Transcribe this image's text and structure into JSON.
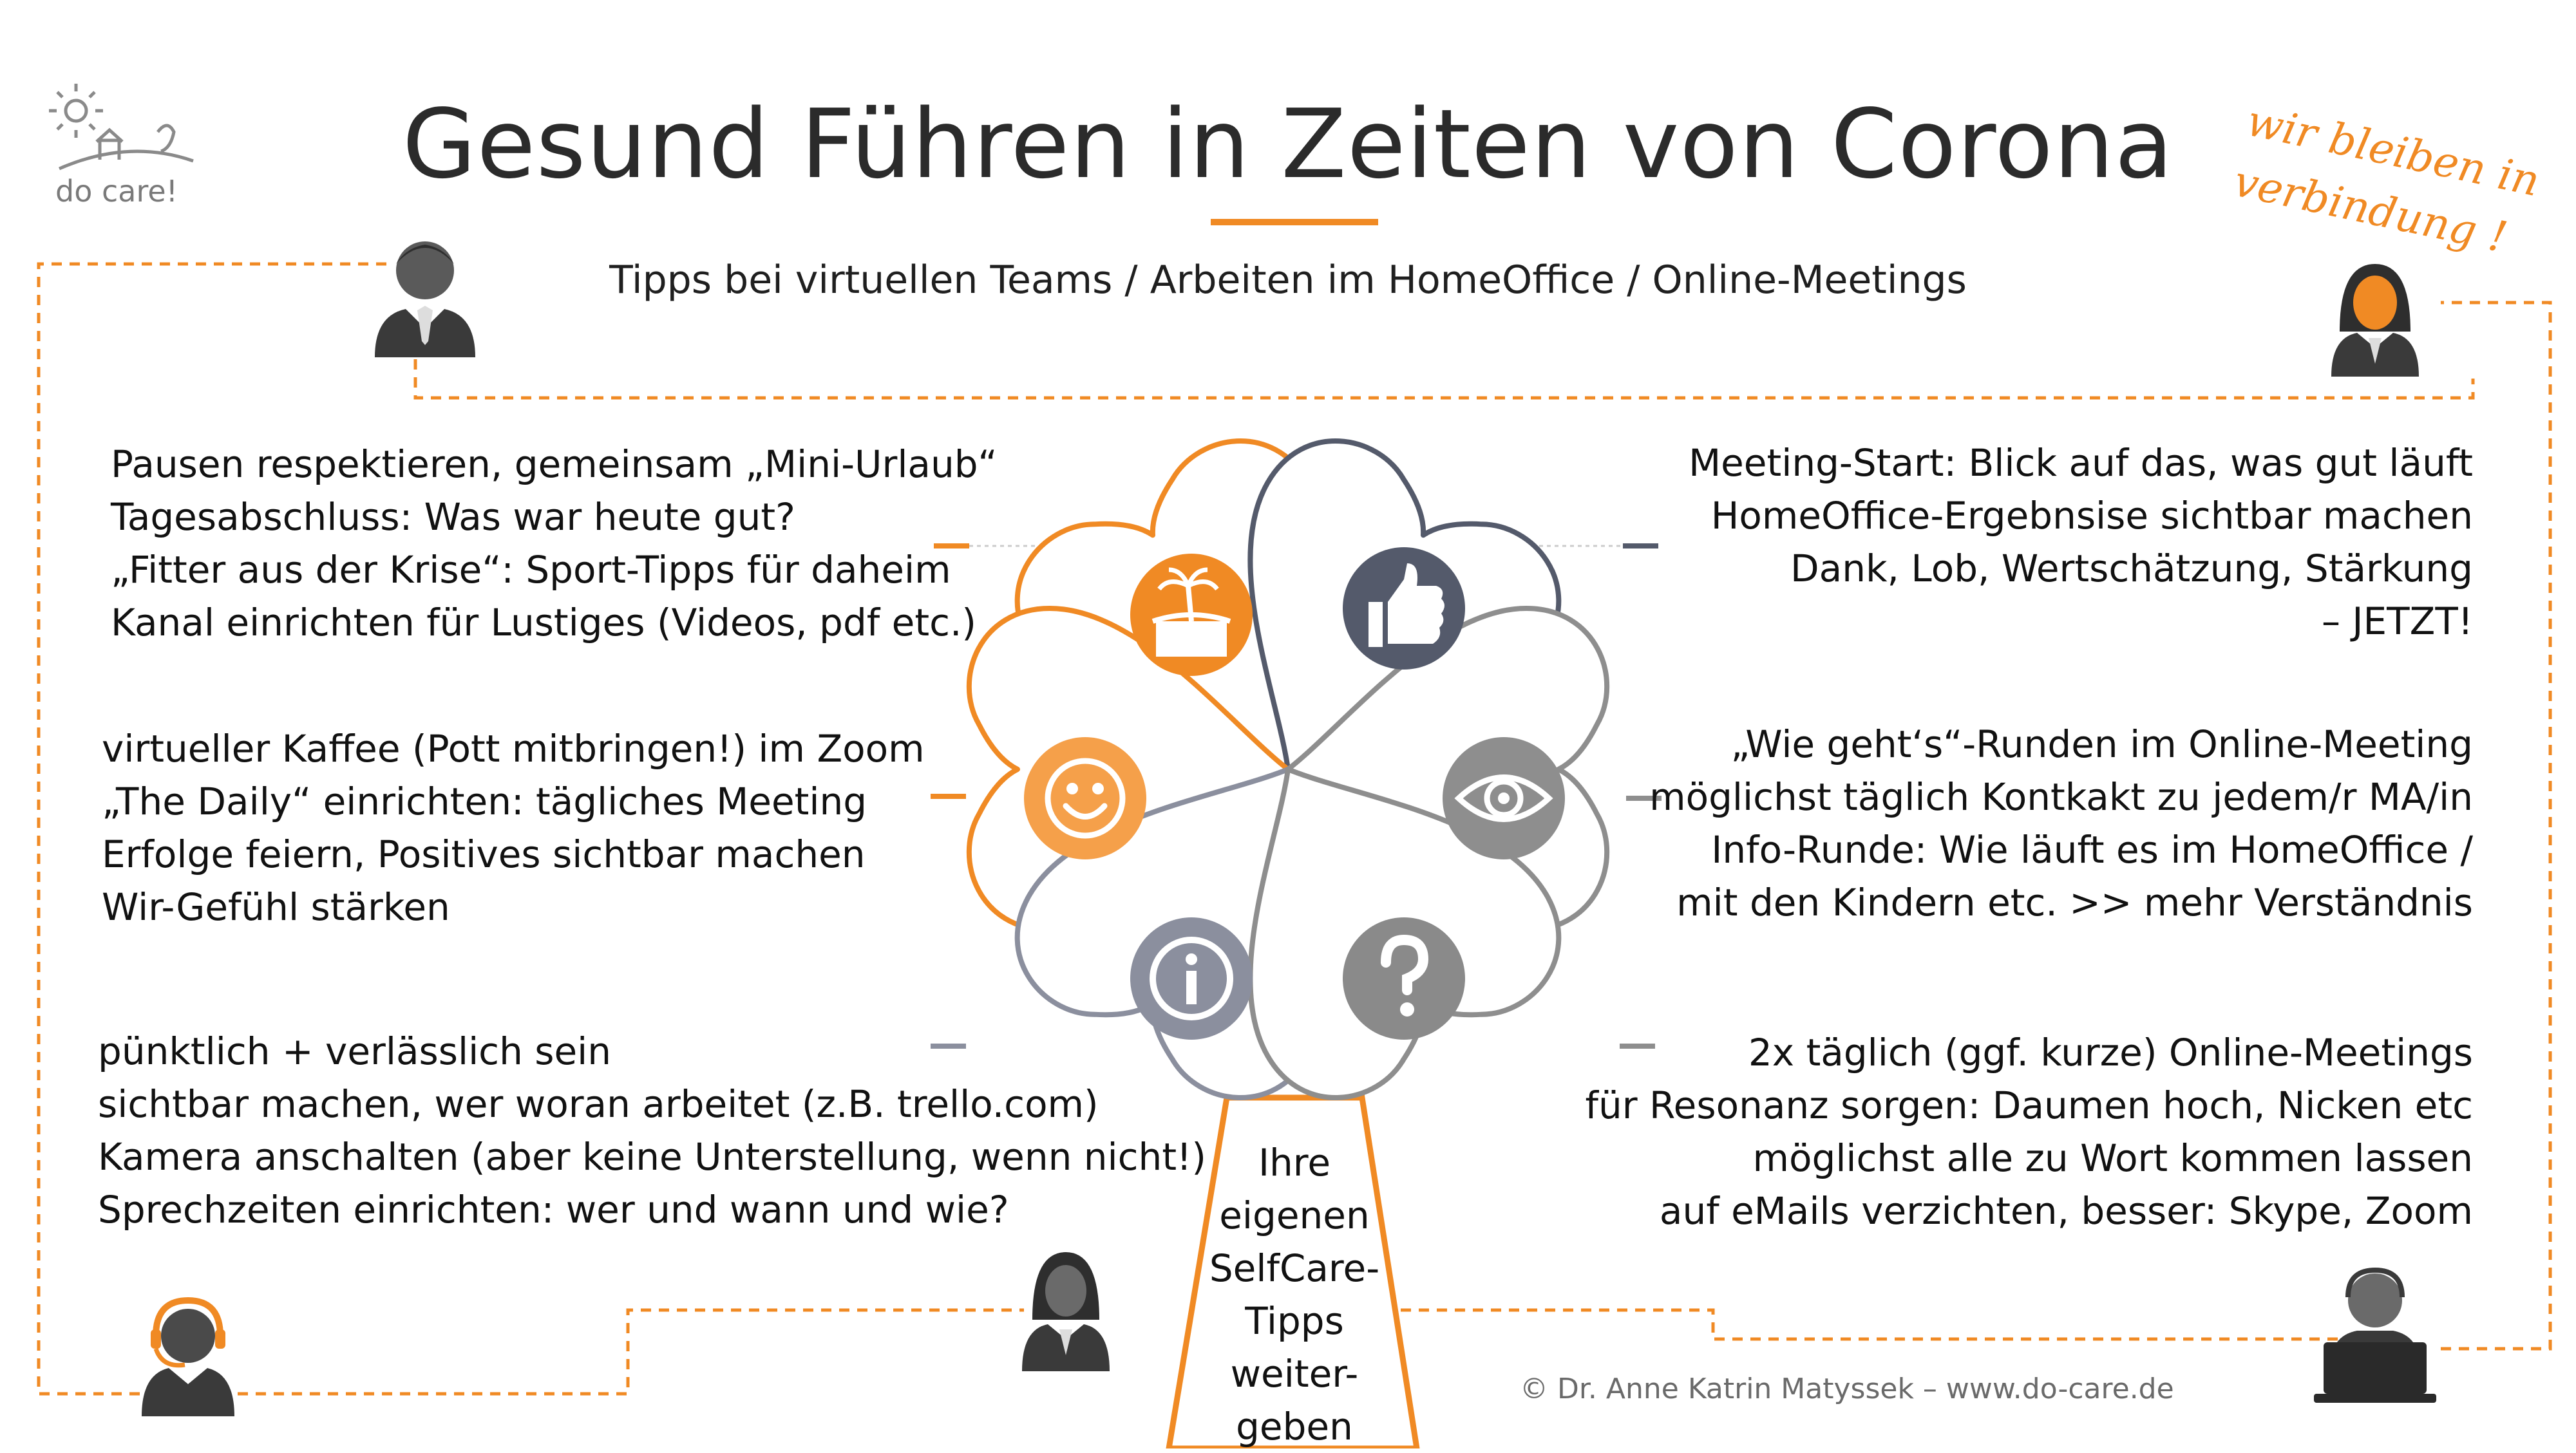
{
  "header": {
    "title": "Gesund Führen in Zeiten von Corona",
    "subtitle": "Tipps bei virtuellen Teams / Arbeiten im HomeOffice / Online-Meetings"
  },
  "logo": {
    "text": "do care!"
  },
  "slogan": {
    "line1": "wir bleiben in",
    "line2": "verbindung !"
  },
  "copyright": "© Dr. Anne Katrin Matyssek – www.do-care.de",
  "stem": {
    "lines": [
      "Ihre",
      "eigenen",
      "SelfCare-",
      "Tipps",
      "weiter-",
      "geben"
    ]
  },
  "tips": {
    "top_left": [
      "Pausen respektieren, gemeinsam „Mini-Urlaub“",
      "Tagesabschluss: Was war heute gut?",
      "„Fitter aus der Krise“: Sport-Tipps für daheim",
      "Kanal einrichten für Lustiges (Videos, pdf etc.)"
    ],
    "middle_left": [
      "virtueller Kaffee (Pott mitbringen!) im Zoom",
      "„The Daily“ einrichten: tägliches Meeting",
      "Erfolge feiern, Positives sichtbar machen",
      "Wir-Gefühl stärken"
    ],
    "bottom_left": [
      "pünktlich + verlässlich sein",
      "sichtbar machen, wer woran arbeitet (z.B. trello.com)",
      "Kamera anschalten (aber keine Unterstellung, wenn nicht!)",
      "Sprechzeiten  einrichten: wer und wann und wie?"
    ],
    "top_right": [
      "Meeting-Start: Blick auf das, was gut läuft",
      "HomeOffice-Ergebnsise sichtbar machen",
      "Dank, Lob, Wertschätzung, Stärkung",
      "– JETZT!"
    ],
    "middle_right": [
      "„Wie geht‘s“-Runden im Online-Meeting",
      "möglichst täglich Kontkakt zu jedem/r MA/in",
      "Info-Runde: Wie läuft es im HomeOffice /",
      "mit den Kindern etc. >>  mehr Verständnis"
    ],
    "bottom_right": [
      "2x täglich (ggf. kurze) Online-Meetings",
      "für Resonanz sorgen: Daumen hoch, Nicken etc",
      "möglichst alle zu Wort kommen lassen",
      "auf eMails verzichten, besser: Skype, Zoom"
    ]
  },
  "petals": [
    {
      "icon": "beach-island-icon",
      "color": "#f08a24"
    },
    {
      "icon": "thumbs-up-icon",
      "color": "#545a6b"
    },
    {
      "icon": "smiley-icon",
      "color": "#f5a04a"
    },
    {
      "icon": "eye-icon",
      "color": "#8e8e8e"
    },
    {
      "icon": "info-icon",
      "color": "#8b8f9e"
    },
    {
      "icon": "question-icon",
      "color": "#8a8a8a"
    }
  ],
  "colors": {
    "accent_orange": "#f08a24",
    "dark_slate": "#545a6b",
    "grey": "#8e8e8e",
    "figure_dark": "#3a3a3a"
  }
}
